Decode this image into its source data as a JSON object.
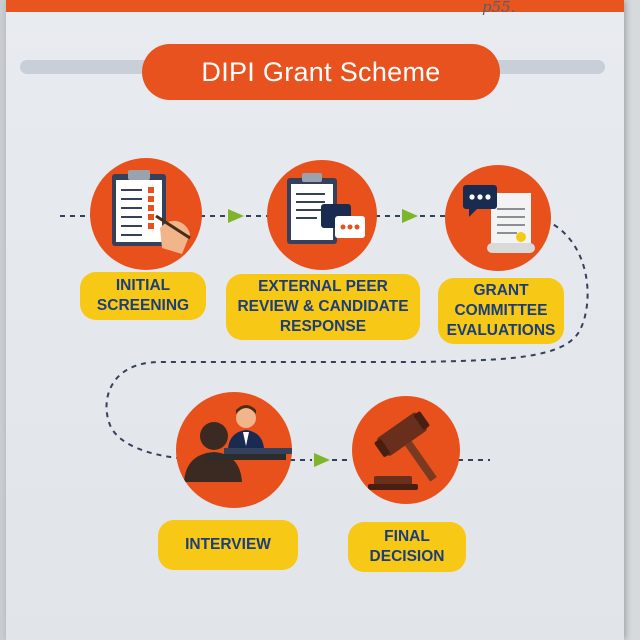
{
  "title": "DIPI Grant Scheme",
  "handwriting": "p55.",
  "colors": {
    "accent": "#e8501c",
    "label_bg": "#f7c816",
    "label_text": "#1b3e7a",
    "arrow": "#7fb52a",
    "dashes": "#34405c"
  },
  "steps": [
    {
      "label": "INITIAL\nSCREENING",
      "icon": "checklist-clipboard-icon"
    },
    {
      "label": "EXTERNAL PEER\nREVIEW & CANDIDATE\nRESPONSE",
      "icon": "clipboard-chat-icon"
    },
    {
      "label": "GRANT\nCOMMITTEE\nEVALUATIONS",
      "icon": "document-chat-icon"
    },
    {
      "label": "INTERVIEW",
      "icon": "interview-people-icon"
    },
    {
      "label": "FINAL\nDECISION",
      "icon": "gavel-icon"
    }
  ]
}
